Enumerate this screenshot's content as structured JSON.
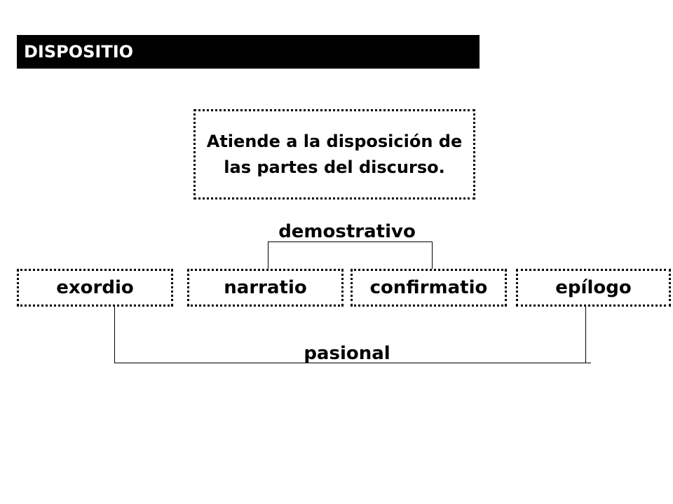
{
  "title": "DISPOSITIO",
  "definition": "Atiende a la disposición de las partes del discurso.",
  "parts": [
    {
      "label": "exordio"
    },
    {
      "label": "narratio"
    },
    {
      "label": "confirmatio"
    },
    {
      "label": "epílogo"
    }
  ],
  "groups": {
    "demostrativo": "demostrativo",
    "pasional": "pasional"
  }
}
